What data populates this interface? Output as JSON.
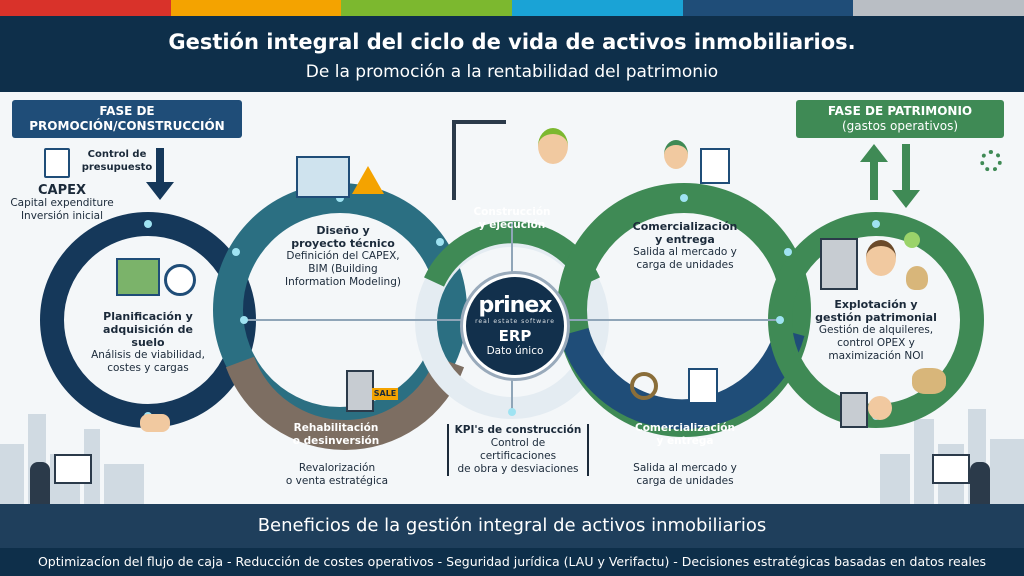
{
  "header": {
    "title": "Gestión integral del ciclo de vida de activos inmobiliarios.",
    "subtitle": "De la promoción a la rentabilidad del patrimonio"
  },
  "colors": {
    "navy": "#0e2f4a",
    "teal": "#2b6f82",
    "green": "#3f8a55",
    "taupe": "#7d6e62",
    "stripe": [
      "#d9322a",
      "#f4a300",
      "#7cb82f",
      "#1aa3d6",
      "#1f4d78",
      "#b9bec4"
    ]
  },
  "phase_left": {
    "title": "FASE DE PROMOCIÓN/CONSTRUCCIÓN",
    "control": "Control de presupuesto",
    "capex_title": "CAPEX",
    "capex_line1": "Capital expenditure",
    "capex_line2": "Inversión inicial"
  },
  "phase_right": {
    "title_line1": "FASE DE PATRIMONIO",
    "title_line2": "(gastos operativos)"
  },
  "stages": {
    "planning": {
      "title_line1": "Planificación y",
      "title_line2": "adquisición de suelo",
      "desc_line1": "Análisis de viabilidad,",
      "desc_line2": "costes y cargas"
    },
    "design": {
      "title_line1": "Diseño y",
      "title_line2": "proyecto técnico",
      "desc_line1": "Definición del CAPEX,",
      "desc_line2": "BIM (Building",
      "desc_line3": "Information Modeling)"
    },
    "construction": {
      "title_line1": "Construcción",
      "title_line2": "y ejecución"
    },
    "commercial_top": {
      "title_line1": "Comercialización",
      "title_line2": "y entrega",
      "desc_line1": "Salida al mercado y",
      "desc_line2": "carga de unidades"
    },
    "commercial_bottom": {
      "title_line1": "Comercialización",
      "title_line2": "y entrega",
      "desc_line1": "Salida al mercado y",
      "desc_line2": "carga de unidades"
    },
    "exploitation": {
      "title_line1": "Explotación y",
      "title_line2": "gestión patrimonial",
      "desc_line1": "Gestión de alquileres,",
      "desc_line2": "control OPEX y",
      "desc_line3": "maximización NOI"
    },
    "rehab": {
      "title_line1": "Rehabilitación",
      "title_line2": "o desinversión",
      "desc_line1": "Revalorización",
      "desc_line2": "o venta estratégica"
    }
  },
  "center": {
    "logo": "prinex",
    "tagline": "real estate software",
    "erp": "ERP",
    "note": "Dato único"
  },
  "kpi": {
    "title": "KPI's de construcción",
    "line1": "Control de certificaciones",
    "line2": "de obra y desviaciones"
  },
  "sale_sign": "SALE",
  "footer": {
    "benefits_title": "Beneficios de la gestión integral de activos inmobiliarios",
    "benefits_list": "Optimizacíon del flujo de caja - Reducción de costes operativos - Seguridad jurídica (LAU y Verifactu) - Decisiones estratégicas basadas en datos reales"
  }
}
